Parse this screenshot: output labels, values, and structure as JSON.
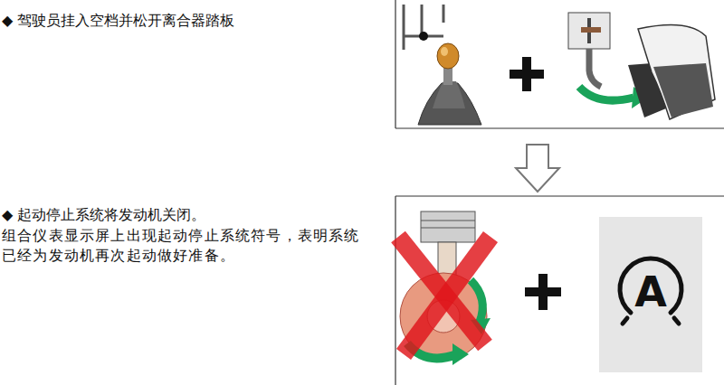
{
  "diagram": {
    "labels": [
      "◆ 驾驶员挂入空档并松开离合器踏板",
      "◆ 起动停止系统将发动机关闭。",
      "组合仪表显示屏上出现起动停止系统符号，表明系统已经为发动机再次起动做好准备。",
      "A"
    ]
  }
}
